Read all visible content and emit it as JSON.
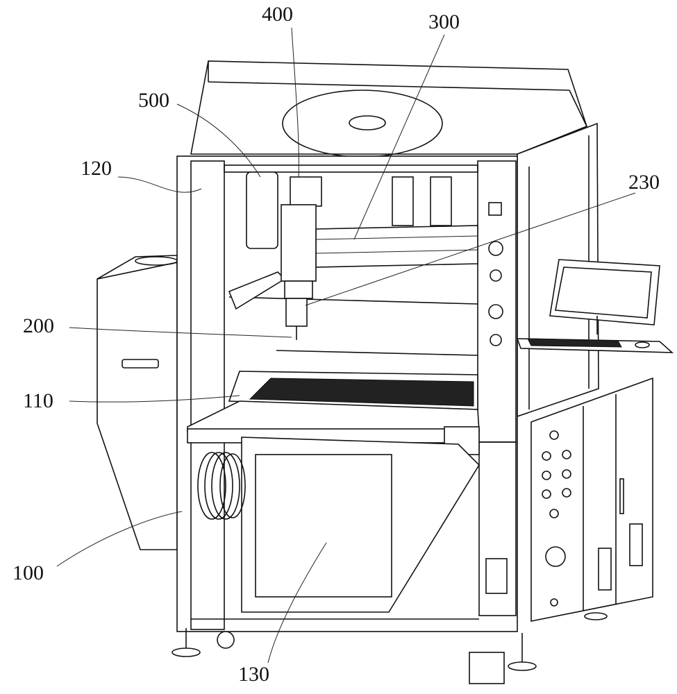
{
  "figure": {
    "reference_labels": {
      "r400": "400",
      "r300": "300",
      "r500": "500",
      "r120": "120",
      "r230": "230",
      "r200": "200",
      "r110": "110",
      "r100": "100",
      "r130": "130"
    }
  }
}
